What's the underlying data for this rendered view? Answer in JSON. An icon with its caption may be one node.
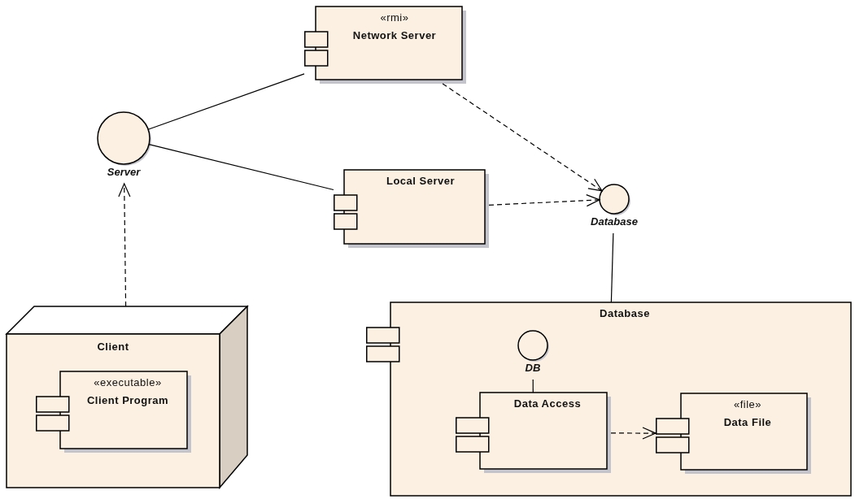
{
  "diagram": {
    "nodes": [
      {
        "text": [
          "Server"
        ]
      },
      {
        "text": [
          "«rmi»",
          "Network Server"
        ]
      },
      {
        "text": [
          "Local Server"
        ]
      },
      {
        "text": [
          "Database"
        ]
      },
      {
        "text": [
          "Client"
        ]
      },
      {
        "text": [
          "«executable»",
          "Client Program"
        ],
        "in": 4
      },
      {
        "text": [
          "Database"
        ]
      },
      {
        "text": [
          "DB"
        ],
        "in": 6
      },
      {
        "text": [
          "Data Access"
        ],
        "in": 6
      },
      {
        "text": [
          "«file»",
          "Data File"
        ],
        "in": 6
      }
    ],
    "edges": [
      {
        "from": 0,
        "to": 1,
        "arrow": "none"
      },
      {
        "from": 0,
        "to": 2,
        "arrow": "none"
      },
      {
        "from": 4,
        "to": 0,
        "arrow": "to",
        "style": "dashed"
      },
      {
        "from": 1,
        "to": 3,
        "arrow": "to",
        "style": "dashed"
      },
      {
        "from": 2,
        "to": 3,
        "arrow": "to",
        "style": "dashed"
      },
      {
        "from": 3,
        "to": 6,
        "arrow": "none"
      },
      {
        "from": 7,
        "to": 8,
        "arrow": "none"
      },
      {
        "from": 8,
        "to": 9,
        "arrow": "to",
        "style": "dashed"
      }
    ]
  }
}
